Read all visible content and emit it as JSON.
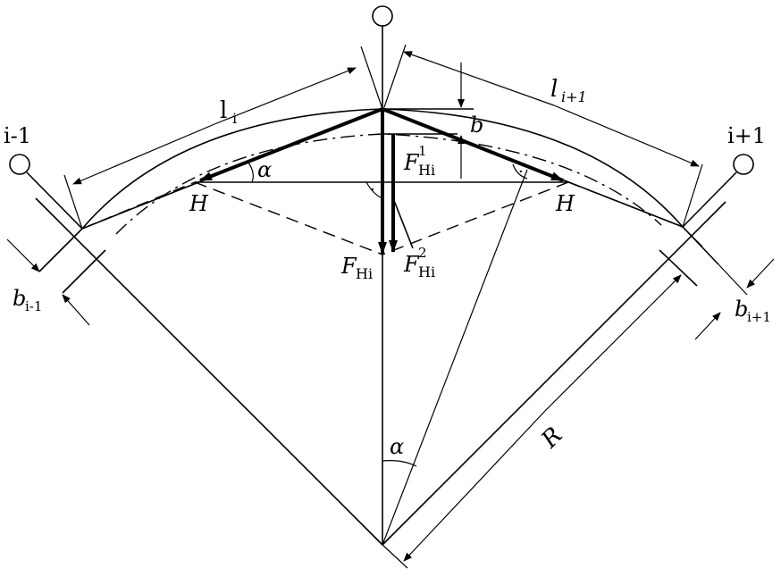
{
  "labels": {
    "pole_left": "i-1",
    "pole_right": "i+1",
    "span_left": "l",
    "span_left_sub": "i",
    "span_right": "l",
    "span_right_sub": "i+1",
    "sag": "b",
    "force_h_left": "H",
    "force_h_right": "H",
    "force_resultant": "F",
    "force_resultant_sub": "Hi",
    "force_comp1": "F",
    "force_comp1_sub": "Hi",
    "force_comp1_sup": "1",
    "force_comp2": "F",
    "force_comp2_sub": "Hi",
    "force_comp2_sup": "2",
    "angle_top": "α",
    "angle_bottom": "α",
    "offset_left": "b",
    "offset_left_sub": "i-1",
    "offset_right": "b",
    "offset_right_sub": "i+1",
    "radius": "R",
    "right_angle_mark": "·"
  },
  "icons": [
    "pole-circle-icon",
    "arrowhead-icon",
    "right-angle-icon"
  ]
}
